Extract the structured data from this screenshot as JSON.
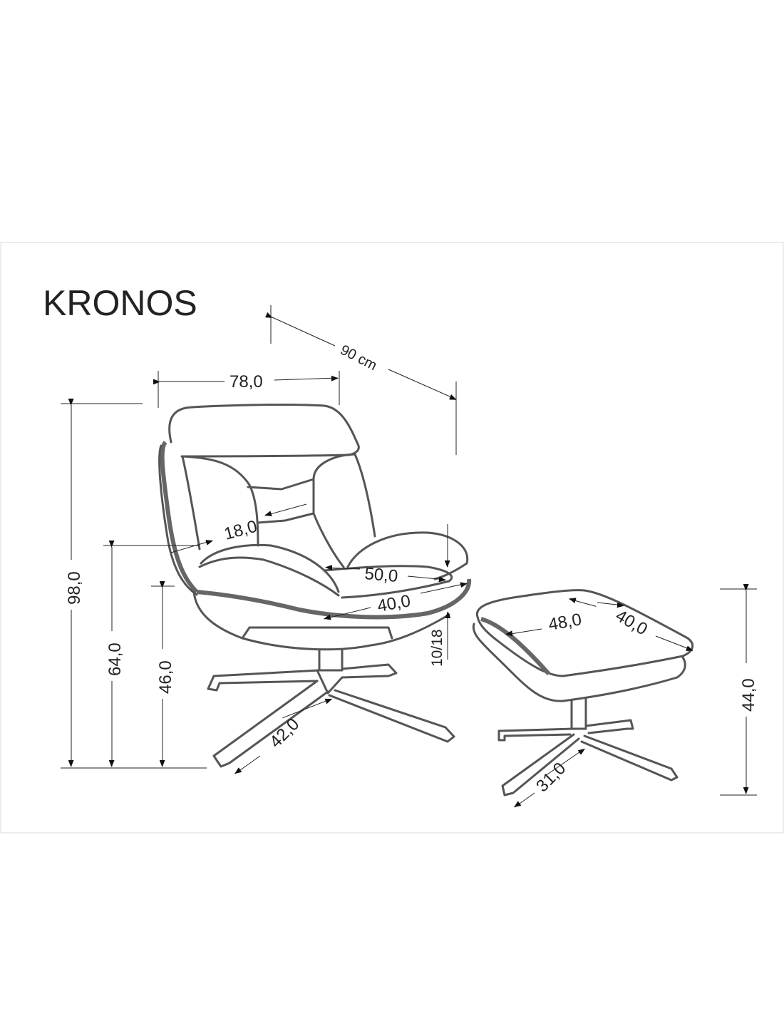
{
  "title": "KRONOS",
  "chair": {
    "depth_total": "90 cm",
    "width": "78,0",
    "height_total": "98,0",
    "armrest_height": "64,0",
    "seat_height": "46,0",
    "backrest_thickness": "18,0",
    "seat_width": "50,0",
    "seat_depth": "40,0",
    "seat_cushion": "10/18",
    "base_leg": "42,0"
  },
  "ottoman": {
    "width": "48,0",
    "depth": "40,0",
    "height": "44,0",
    "base_leg": "31,0"
  },
  "colors": {
    "line": "#555555",
    "frame": "#e6e6e6",
    "text": "#222222"
  }
}
